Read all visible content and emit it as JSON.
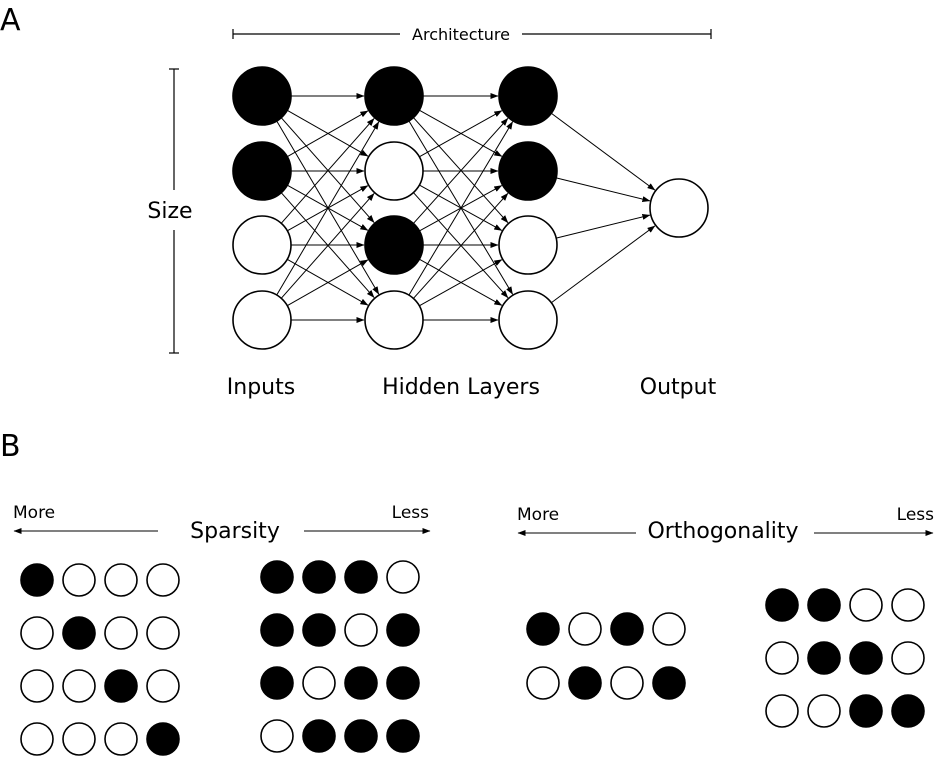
{
  "panel_a": {
    "letter": "A",
    "architecture_label": "Architecture",
    "size_label": "Size",
    "layer_labels": {
      "inputs": "Inputs",
      "hidden": "Hidden Layers",
      "output": "Output"
    },
    "network": {
      "layers": [
        {
          "name": "input",
          "nodes": [
            1,
            1,
            0,
            0
          ]
        },
        {
          "name": "hidden-1",
          "nodes": [
            1,
            0,
            1,
            0
          ]
        },
        {
          "name": "hidden-2",
          "nodes": [
            1,
            1,
            0,
            0
          ]
        },
        {
          "name": "output",
          "nodes": [
            0
          ]
        }
      ]
    }
  },
  "panel_b": {
    "letter": "B",
    "sparsity": {
      "title": "Sparsity",
      "left_label": "More",
      "right_label": "Less",
      "grid_more": [
        [
          1,
          0,
          0,
          0
        ],
        [
          0,
          1,
          0,
          0
        ],
        [
          0,
          0,
          1,
          0
        ],
        [
          0,
          0,
          0,
          1
        ]
      ],
      "grid_less": [
        [
          1,
          1,
          1,
          0
        ],
        [
          1,
          1,
          0,
          1
        ],
        [
          1,
          0,
          1,
          1
        ],
        [
          0,
          1,
          1,
          1
        ]
      ]
    },
    "orthogonality": {
      "title": "Orthogonality",
      "left_label": "More",
      "right_label": "Less",
      "grid_more": [
        [
          1,
          0,
          1,
          0
        ],
        [
          0,
          1,
          0,
          1
        ]
      ],
      "grid_less": [
        [
          1,
          1,
          0,
          0
        ],
        [
          0,
          1,
          1,
          0
        ],
        [
          0,
          0,
          1,
          1
        ]
      ]
    }
  },
  "colors": {
    "filled": "#000000",
    "empty": "#ffffff",
    "stroke": "#000000"
  }
}
